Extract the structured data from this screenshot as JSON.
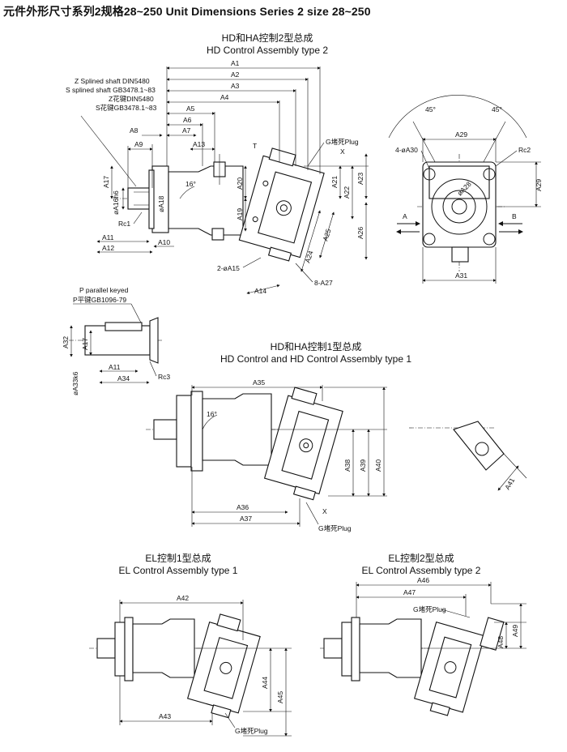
{
  "title": "元件外形尺寸系列2规格28~250   Unit Dimensions Series 2 size 28~250",
  "sections": {
    "hd_ha_type2": {
      "title_cn": "HD和HA控制2型总成",
      "title_en": "HD Control Assembly type 2"
    },
    "hd_ha_type1": {
      "title_cn": "HD和HA控制1型总成",
      "title_en": "HD Control and HD Control Assembly type 1"
    },
    "el_type1": {
      "title_cn": "EL控制1型总成",
      "title_en": "EL Control Assembly type 1"
    },
    "el_type2": {
      "title_cn": "EL控制2型总成",
      "title_en": "EL Control Assembly type 2"
    }
  },
  "shaft_notes": {
    "z_splined": "Z Splined shaft DIN5480",
    "s_splined": "S splined shaft GB3478.1~83",
    "z_cn": "Z花键DIN5480",
    "s_cn": "S花键GB3478.1~83",
    "p_keyed": "P parallel keyed",
    "p_cn": "P平键GB1096-79"
  },
  "labels": {
    "plug1": "G堵死Plug",
    "plug2": "G堵死Plug",
    "plug3": "G堵死Plug",
    "plug4": "G堵死Plug",
    "x1": "X",
    "x2": "X",
    "t": "T",
    "angle1": "16°",
    "angle2": "16°",
    "deg_left": "45°",
    "deg_right": "45°",
    "arrow_a": "A",
    "arrow_b": "B"
  },
  "dims": {
    "A1": "A1",
    "A2": "A2",
    "A3": "A3",
    "A4": "A4",
    "A5": "A5",
    "A6": "A6",
    "A7": "A7",
    "A8": "A8",
    "A9": "A9",
    "A10": "A10",
    "A11": "A11",
    "A11b": "A11",
    "A12": "A12",
    "A13": "A13",
    "A14": "A14",
    "A15": "2-øA15",
    "A16": "øA16h6",
    "A17": "A17",
    "A17b": "A17",
    "A18": "øA18",
    "A19": "A19",
    "A20": "A20",
    "A21": "A21",
    "A22": "A22",
    "A23": "A23",
    "A24": "A24",
    "A25": "A25",
    "A26": "A26",
    "A27": "8-A27",
    "A28": "øA28",
    "A29": "A29",
    "A29v": "A29",
    "A30": "4-øA30",
    "A31": "A31",
    "A32": "A32",
    "A33": "øA33k6",
    "A34": "A34",
    "A35": "A35",
    "A36": "A36",
    "A37": "A37",
    "A38": "A38",
    "A39": "A39",
    "A40": "A40",
    "A41": "A41",
    "A42": "A42",
    "A43": "A43",
    "A44": "A44",
    "A45": "A45",
    "A46": "A46",
    "A47": "A47",
    "A48": "A48",
    "A49": "A49",
    "Rc1": "Rc1",
    "Rc2": "Rc2",
    "Rc3": "Rc3"
  }
}
